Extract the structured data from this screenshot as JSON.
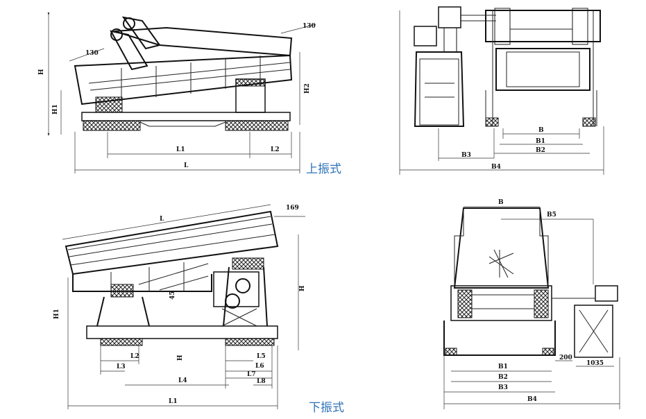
{
  "captions": {
    "top": "上振式",
    "bottom": "下振式"
  },
  "top_side_view": {
    "labels": {
      "angle_top": "130",
      "angle_left": "130",
      "h": "H",
      "h1": "H1",
      "h2": "H2",
      "l1": "L1",
      "l2": "L2",
      "l": "L"
    }
  },
  "top_end_view": {
    "labels": {
      "b": "B",
      "b1": "B1",
      "b2": "B2",
      "b3": "B3",
      "b4": "B4"
    }
  },
  "bottom_side_view": {
    "labels": {
      "top_len": "L",
      "angle": "169",
      "h": "H",
      "h1": "H1",
      "l2": "L2",
      "l3": "L3",
      "l4": "L4",
      "l5": "L5",
      "l6": "L6",
      "l7": "L7",
      "l8": "L8",
      "ll": "L1",
      "h_small": "H",
      "ang_mid": "45"
    }
  },
  "bottom_end_view": {
    "labels": {
      "b": "B",
      "b5": "B5",
      "b1": "B1",
      "b2": "B2",
      "b3": "B3",
      "b4": "B4",
      "c1": "200",
      "c2": "1035"
    }
  }
}
